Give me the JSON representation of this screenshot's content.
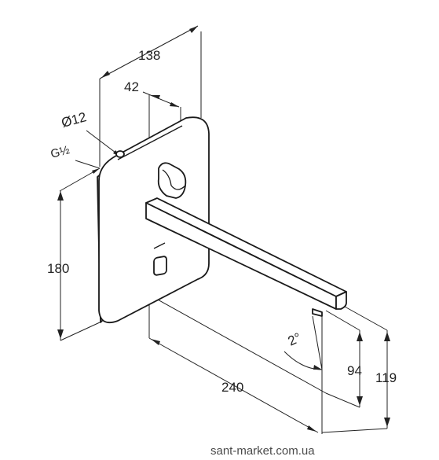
{
  "dimensions": {
    "width_overall": "138",
    "offset_to_lever": "42",
    "connection_diameter": "Ø12",
    "thread": "G½",
    "plate_height": "180",
    "spout_projection": "240",
    "spout_angle": "2°",
    "outlet_height_low": "94",
    "outlet_height_high": "119"
  },
  "watermark": "sant-market.com.ua",
  "colors": {
    "line": "#1a1a1a",
    "background": "#ffffff"
  }
}
